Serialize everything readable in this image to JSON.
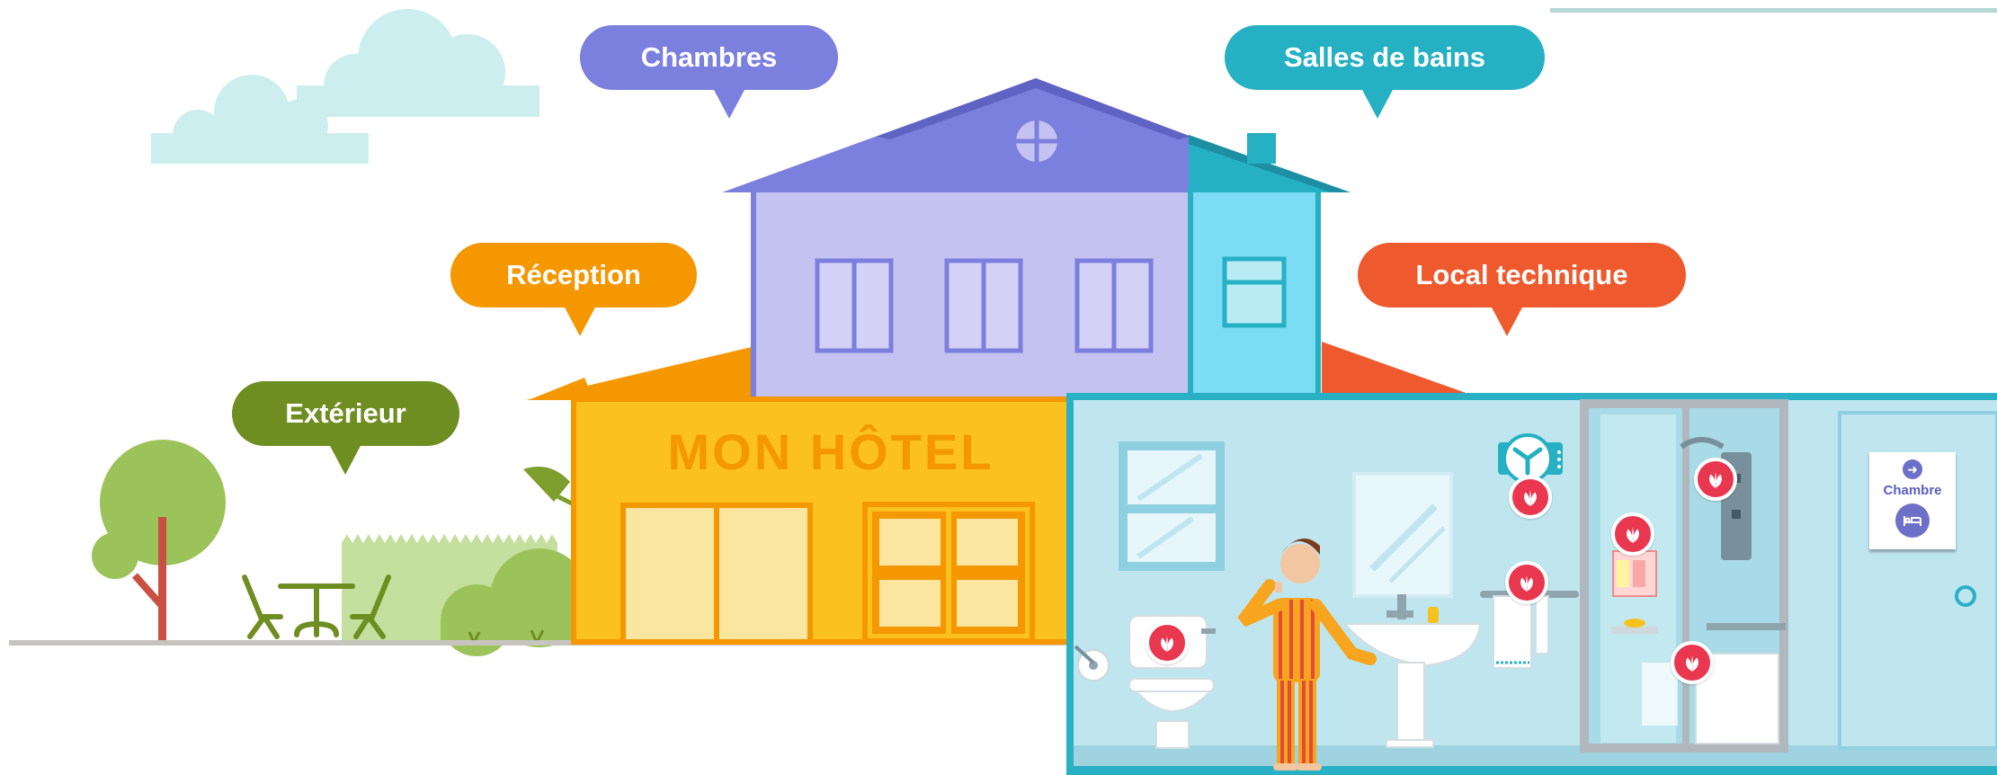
{
  "hotel": {
    "sign": "MON HÔTEL"
  },
  "bubbles": {
    "chambres": "Chambres",
    "salles_de_bains": "Salles de bains",
    "reception": "Réception",
    "local_technique": "Local technique",
    "exterieur": "Extérieur"
  },
  "door_card": {
    "label": "Chambre",
    "arrow_icon": "arrow-right-icon",
    "bed_icon": "bed-icon"
  },
  "colors": {
    "chambres": "#7b7fdd",
    "salles_de_bains": "#26b0c4",
    "reception": "#f49700",
    "local_technique": "#ee5a2d",
    "exterieur": "#6f8e22",
    "hotspot": "#e8374f",
    "bathroom_frame": "#2ab0c5",
    "bathroom_wall": "#bfe6ef"
  },
  "hotspots": [
    {
      "name": "hotspot-toilet"
    },
    {
      "name": "hotspot-ventilation"
    },
    {
      "name": "hotspot-towel-rack"
    },
    {
      "name": "hotspot-toiletries"
    },
    {
      "name": "hotspot-shower"
    },
    {
      "name": "hotspot-bathtub"
    }
  ]
}
